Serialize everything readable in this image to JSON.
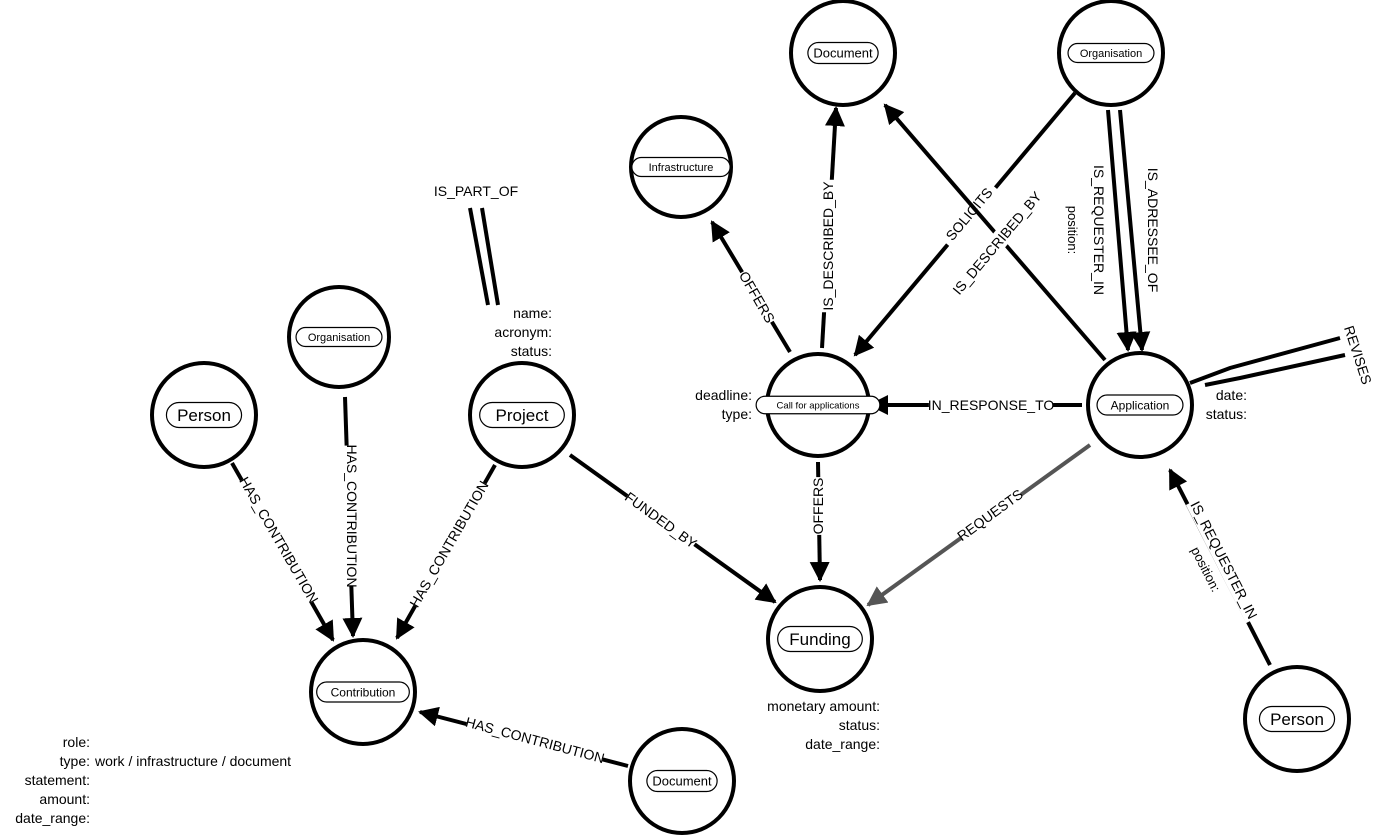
{
  "nodes": [
    {
      "id": "person_left",
      "label": "Person"
    },
    {
      "id": "organisation_left",
      "label": "Organisation"
    },
    {
      "id": "project",
      "label": "Project",
      "properties": [
        "name:",
        "acronym:",
        "status:"
      ]
    },
    {
      "id": "contribution",
      "label": "Contribution",
      "properties": [
        "role:",
        "type:",
        "statement:",
        "amount:",
        "date_range:"
      ],
      "type_values": "work / infrastructure / document"
    },
    {
      "id": "document_bottom",
      "label": "Document"
    },
    {
      "id": "funding",
      "label": "Funding",
      "properties": [
        "monetary amount:",
        "status:",
        "date_range:"
      ]
    },
    {
      "id": "call",
      "label": "Call for applications",
      "properties": [
        "deadline:",
        "type:"
      ]
    },
    {
      "id": "infrastructure",
      "label": "Infrastructure"
    },
    {
      "id": "document_top",
      "label": "Document"
    },
    {
      "id": "organisation_top",
      "label": "Organisation"
    },
    {
      "id": "application",
      "label": "Application",
      "properties": [
        "date:",
        "status:"
      ]
    },
    {
      "id": "person_right",
      "label": "Person"
    }
  ],
  "edges": [
    {
      "from": "person_left",
      "to": "contribution",
      "label": "HAS_CONTRIBUTION"
    },
    {
      "from": "organisation_left",
      "to": "contribution",
      "label": "HAS_CONTRIBUTION"
    },
    {
      "from": "project",
      "to": "contribution",
      "label": "HAS_CONTRIBUTION"
    },
    {
      "from": "document_bottom",
      "to": "contribution",
      "label": "HAS_CONTRIBUTION"
    },
    {
      "from": "project",
      "to": "funding",
      "label": "FUNDED_BY"
    },
    {
      "from": "call",
      "to": "funding",
      "label": "OFFERS"
    },
    {
      "from": "application",
      "to": "funding",
      "label": "REQUESTS",
      "color": "#555555"
    },
    {
      "from": "call",
      "to": "infrastructure",
      "label": "OFFERS"
    },
    {
      "from": "call",
      "to": "document_top",
      "label": "IS_DESCRIBED_BY"
    },
    {
      "from": "organisation_top",
      "to": "call",
      "label": "SOLICITS"
    },
    {
      "from": "application",
      "to": "document_top",
      "label": "IS_DESCRIBED_BY"
    },
    {
      "from": "organisation_top",
      "to": "application",
      "label": "IS_REQUESTER_IN",
      "property": "position:"
    },
    {
      "from": "organisation_top",
      "to": "application",
      "label": "IS_ADRESSEE_OF"
    },
    {
      "from": "application",
      "to": "call",
      "label": "IN_RESPONSE_TO"
    },
    {
      "from": "person_right",
      "to": "application",
      "label": "IS_REQUESTER_IN",
      "property": "position:"
    },
    {
      "from": "project",
      "to": "project",
      "label": "IS_PART_OF"
    },
    {
      "from": "application",
      "to": "application",
      "label": "REVISES"
    }
  ],
  "colors": {
    "stroke": "#000000",
    "requests_edge": "#555555",
    "background": "#ffffff"
  }
}
